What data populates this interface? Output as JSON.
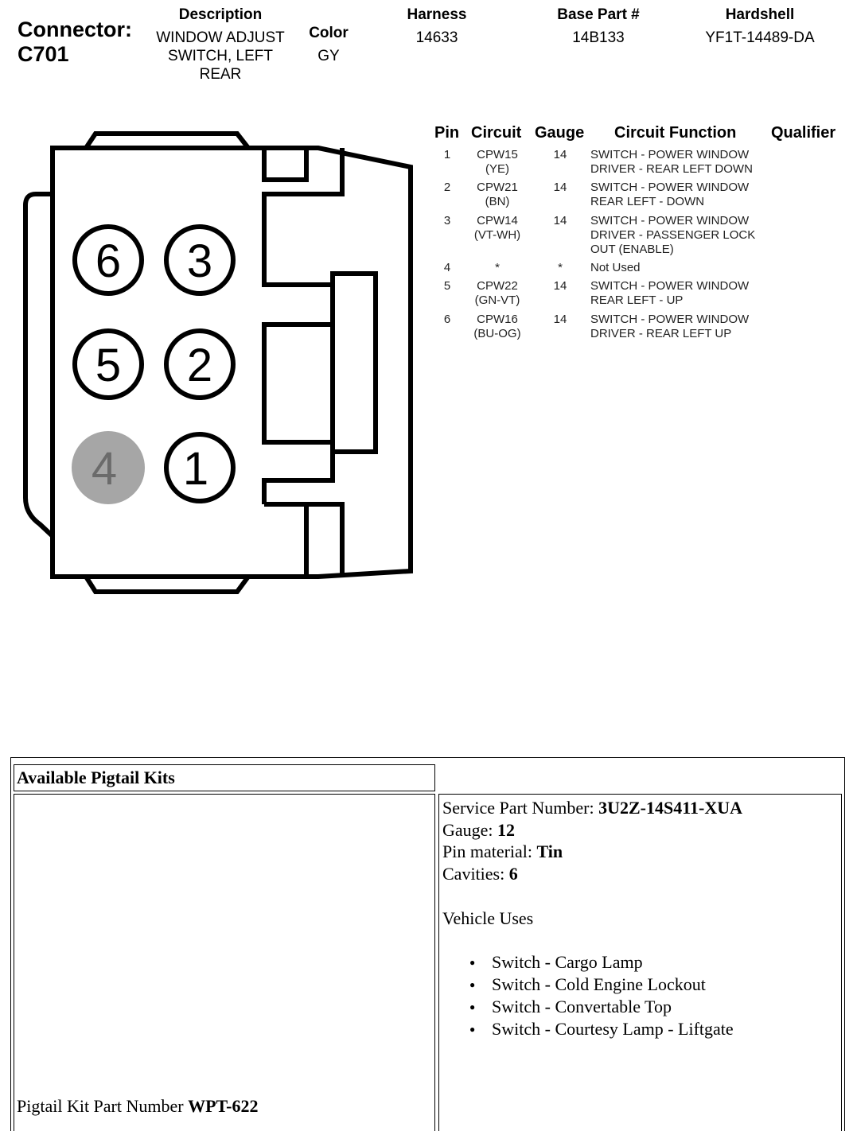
{
  "header": {
    "connector_label": "Connector:",
    "connector_id": "C701",
    "description_label": "Description",
    "description_lines": [
      "WINDOW ADJUST",
      "SWITCH, LEFT",
      "REAR"
    ],
    "color_label": "Color",
    "color_value": "GY",
    "harness_label": "Harness",
    "harness_value": "14633",
    "base_part_label": "Base Part #",
    "base_part_value": "14B133",
    "hardshell_label": "Hardshell",
    "hardshell_value": "YF1T-14489-DA"
  },
  "diagram": {
    "pins": [
      "6",
      "3",
      "5",
      "2",
      "4",
      "1"
    ],
    "unused_pin_color": "#a6a6a6"
  },
  "pin_table": {
    "headers": {
      "pin": "Pin",
      "circuit": "Circuit",
      "gauge": "Gauge",
      "function": "Circuit Function",
      "qualifier": "Qualifier"
    },
    "rows": [
      {
        "pin": "1",
        "circuit": [
          "CPW15",
          "(YE)"
        ],
        "gauge": "14",
        "function": [
          "SWITCH - POWER WINDOW",
          "DRIVER - REAR LEFT DOWN"
        ]
      },
      {
        "pin": "2",
        "circuit": [
          "CPW21",
          "(BN)"
        ],
        "gauge": "14",
        "function": [
          "SWITCH - POWER WINDOW",
          "REAR LEFT - DOWN"
        ]
      },
      {
        "pin": "3",
        "circuit": [
          "CPW14",
          "(VT-WH)"
        ],
        "gauge": "14",
        "function": [
          "SWITCH - POWER WINDOW",
          "DRIVER - PASSENGER LOCK",
          "OUT (ENABLE)"
        ]
      },
      {
        "pin": "4",
        "circuit": [
          "*"
        ],
        "gauge": "*",
        "function": [
          "Not Used"
        ]
      },
      {
        "pin": "5",
        "circuit": [
          "CPW22",
          "(GN-VT)"
        ],
        "gauge": "14",
        "function": [
          "SWITCH - POWER WINDOW",
          "REAR LEFT - UP"
        ]
      },
      {
        "pin": "6",
        "circuit": [
          "CPW16",
          "(BU-OG)"
        ],
        "gauge": "14",
        "function": [
          "SWITCH - POWER WINDOW",
          "DRIVER - REAR LEFT UP"
        ]
      }
    ]
  },
  "pigtail": {
    "title": "Available Pigtail Kits",
    "service_part_label": "Service Part Number: ",
    "service_part_value": "3U2Z-14S411-XUA",
    "gauge_label": "Gauge: ",
    "gauge_value": "12",
    "pin_material_label": "Pin material: ",
    "pin_material_value": "Tin",
    "cavities_label": "Cavities: ",
    "cavities_value": "6",
    "vehicle_uses_label": "Vehicle Uses",
    "vehicle_uses": [
      "Switch - Cargo Lamp",
      "Switch - Cold Engine Lockout",
      "Switch - Convertable Top",
      "Switch - Courtesy Lamp - Liftgate"
    ],
    "kit_part_label": "Pigtail Kit Part Number ",
    "kit_part_value": "WPT-622"
  }
}
